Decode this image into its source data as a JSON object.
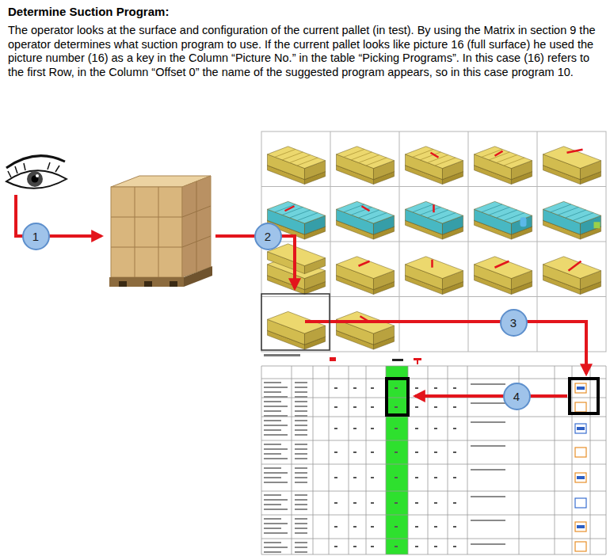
{
  "diagram": {
    "title": "Determine Suction Program:",
    "nodes": [
      {
        "text": [
          "1"
        ]
      },
      {
        "text": [
          "2"
        ]
      },
      {
        "text": [
          "3"
        ]
      },
      {
        "text": [
          "4"
        ]
      }
    ],
    "labels": [
      "The operator looks at the surface and configuration of the current pallet (in test). By using the Matrix in section 9 the operator determines what suction program to use. If the current pallet looks like picture 16 (full surface) he used the picture number (16) as a key in the Column “Picture No.” in the table “Picking Programs”. In this case (16) refers to the first Row, in the Column “Offset 0” the name of the suggested program appears, so in this case program 10."
    ]
  }
}
